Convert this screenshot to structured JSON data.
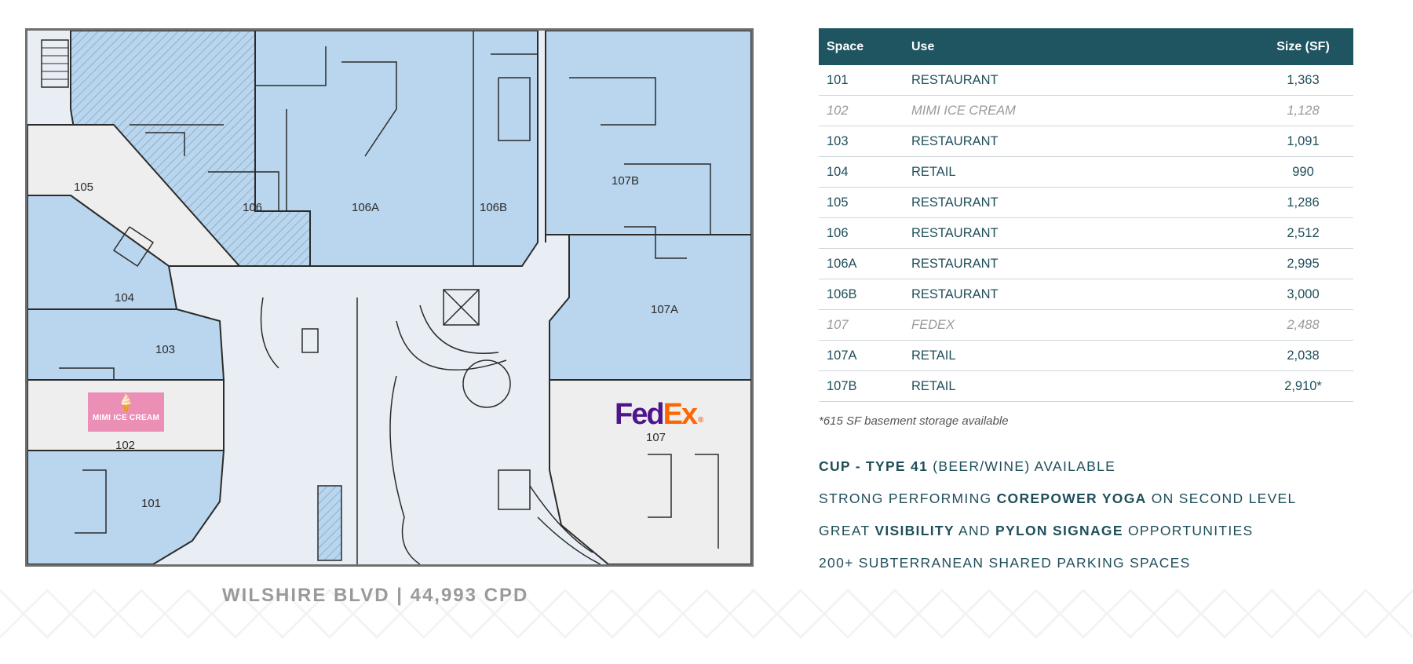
{
  "floorplan": {
    "rooms": [
      {
        "id": "r101",
        "label": "101"
      },
      {
        "id": "r102",
        "label": "102"
      },
      {
        "id": "r103",
        "label": "103"
      },
      {
        "id": "r104",
        "label": "104"
      },
      {
        "id": "r105",
        "label": "105"
      },
      {
        "id": "r106",
        "label": "106"
      },
      {
        "id": "r106a",
        "label": "106A"
      },
      {
        "id": "r106b",
        "label": "106B"
      },
      {
        "id": "r107",
        "label": "107"
      },
      {
        "id": "r107a",
        "label": "107A"
      },
      {
        "id": "r107b",
        "label": "107B"
      }
    ],
    "tenant_logos": {
      "mimi": "MIMI ICE CREAM",
      "fedex_fe": "Fed",
      "fedex_ex": "Ex",
      "fedex_reg": "®"
    },
    "colors": {
      "leased_blue": "#b9d6ee",
      "common_area": "#e9eef5",
      "vacant_gray": "#eeeeee",
      "wall": "#2b2b2b",
      "mimi_pink": "#ec8fb7",
      "fedex_purple": "#4d148c",
      "fedex_orange": "#ff6600"
    }
  },
  "street_caption": "WILSHIRE BLVD | 44,993 CPD",
  "table": {
    "header": {
      "space": "Space",
      "use": "Use",
      "size": "Size (SF)"
    },
    "header_color": "#1f5561",
    "rows": [
      {
        "space": "101",
        "use": "RESTAURANT",
        "size": "1,363",
        "muted": false
      },
      {
        "space": "102",
        "use": "MIMI ICE CREAM",
        "size": "1,128",
        "muted": true
      },
      {
        "space": "103",
        "use": "RESTAURANT",
        "size": "1,091",
        "muted": false
      },
      {
        "space": "104",
        "use": "RETAIL",
        "size": "990",
        "muted": false
      },
      {
        "space": "105",
        "use": "RESTAURANT",
        "size": "1,286",
        "muted": false
      },
      {
        "space": "106",
        "use": "RESTAURANT",
        "size": "2,512",
        "muted": false
      },
      {
        "space": "106A",
        "use": "RESTAURANT",
        "size": "2,995",
        "muted": false
      },
      {
        "space": "106B",
        "use": "RESTAURANT",
        "size": "3,000",
        "muted": false
      },
      {
        "space": "107",
        "use": "FEDEX",
        "size": "2,488",
        "muted": true
      },
      {
        "space": "107A",
        "use": "RETAIL",
        "size": "2,038",
        "muted": false
      },
      {
        "space": "107B",
        "use": "RETAIL",
        "size": "2,910*",
        "muted": false
      }
    ]
  },
  "footnote": "*615 SF basement storage available",
  "features": [
    [
      {
        "t": "CUP - TYPE 41",
        "b": true
      },
      {
        "t": " (BEER/WINE) AVAILABLE",
        "b": false
      }
    ],
    [
      {
        "t": "STRONG PERFORMING ",
        "b": false
      },
      {
        "t": "COREPOWER YOGA",
        "b": true
      },
      {
        "t": " ON SECOND LEVEL",
        "b": false
      }
    ],
    [
      {
        "t": "GREAT ",
        "b": false
      },
      {
        "t": "VISIBILITY",
        "b": true
      },
      {
        "t": " AND ",
        "b": false
      },
      {
        "t": "PYLON SIGNAGE",
        "b": true
      },
      {
        "t": " OPPORTUNITIES",
        "b": false
      }
    ],
    [
      {
        "t": "200+ SUBTERRANEAN SHARED PARKING SPACES",
        "b": false
      }
    ]
  ]
}
